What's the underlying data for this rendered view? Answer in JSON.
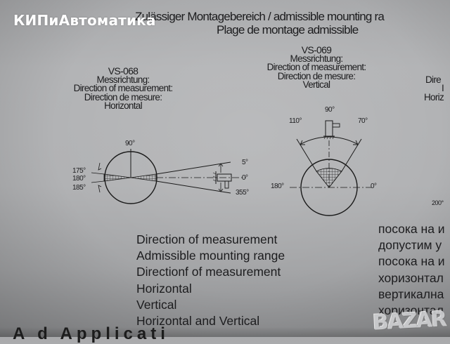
{
  "watermark": "КИПиАвтоматика",
  "header": {
    "title_line1": "Zulässiger Montagebereich / admissible mounting ra",
    "title_line2": "Plage de montage admissible"
  },
  "sensors": [
    {
      "code": "VS-068",
      "label_de": "Messrichtung:",
      "label_en": "Direction of measurement:",
      "label_fr": "Direction de mesure:",
      "direction": "Horizontal",
      "angles": {
        "top": "90°",
        "left_upper": "175°",
        "left_mid": "180°",
        "left_lower": "185°",
        "right_upper": "5°",
        "right_mid": "0°",
        "right_lower": "355°"
      }
    },
    {
      "code": "VS-069",
      "label_de": "Messrichtung:",
      "label_en": "Direction of measurement:",
      "label_fr": "Direction de mesure:",
      "direction": "Vertical",
      "angles": {
        "top": "90°",
        "upper_left": "110°",
        "upper_right": "70°",
        "left": "180°",
        "right": "0°"
      }
    },
    {
      "label_en_partial": "Dire",
      "label_partial": "I",
      "direction_partial": "Horiz",
      "angles": {
        "left": "200°"
      }
    }
  ],
  "legend_en": [
    "Direction of measurement",
    "Admissible mounting range",
    "Directionf of measurement",
    "Horizontal",
    "Vertical",
    "Horizontal and Vertical"
  ],
  "legend_bg": [
    "посока на и",
    "допустим у",
    "посока на и",
    "хоризонтал",
    "вертикална",
    "хоризонтал"
  ],
  "bottom_heading_partial": "A          d        Applicati",
  "corner_logo": "BAZAR"
}
